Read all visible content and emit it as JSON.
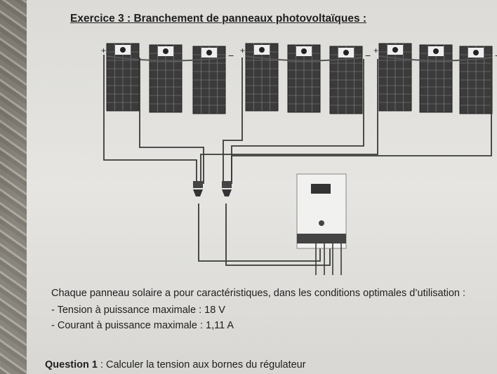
{
  "title": "Exercice 3 : Branchement de panneaux photovoltaïques :",
  "diagram": {
    "plus": "+",
    "minus": "−",
    "string_count": 3,
    "panels_per_string": 3
  },
  "intro": "Chaque panneau solaire a pour caractéristiques, dans les conditions optimales d’utilisation :",
  "specs": [
    "- Tension à puissance maximale : 18 V",
    "- Courant à puissance maximale : 1,11 A"
  ],
  "question": {
    "label": "Question 1",
    "text": " : Calculer la tension aux bornes du régulateur"
  }
}
